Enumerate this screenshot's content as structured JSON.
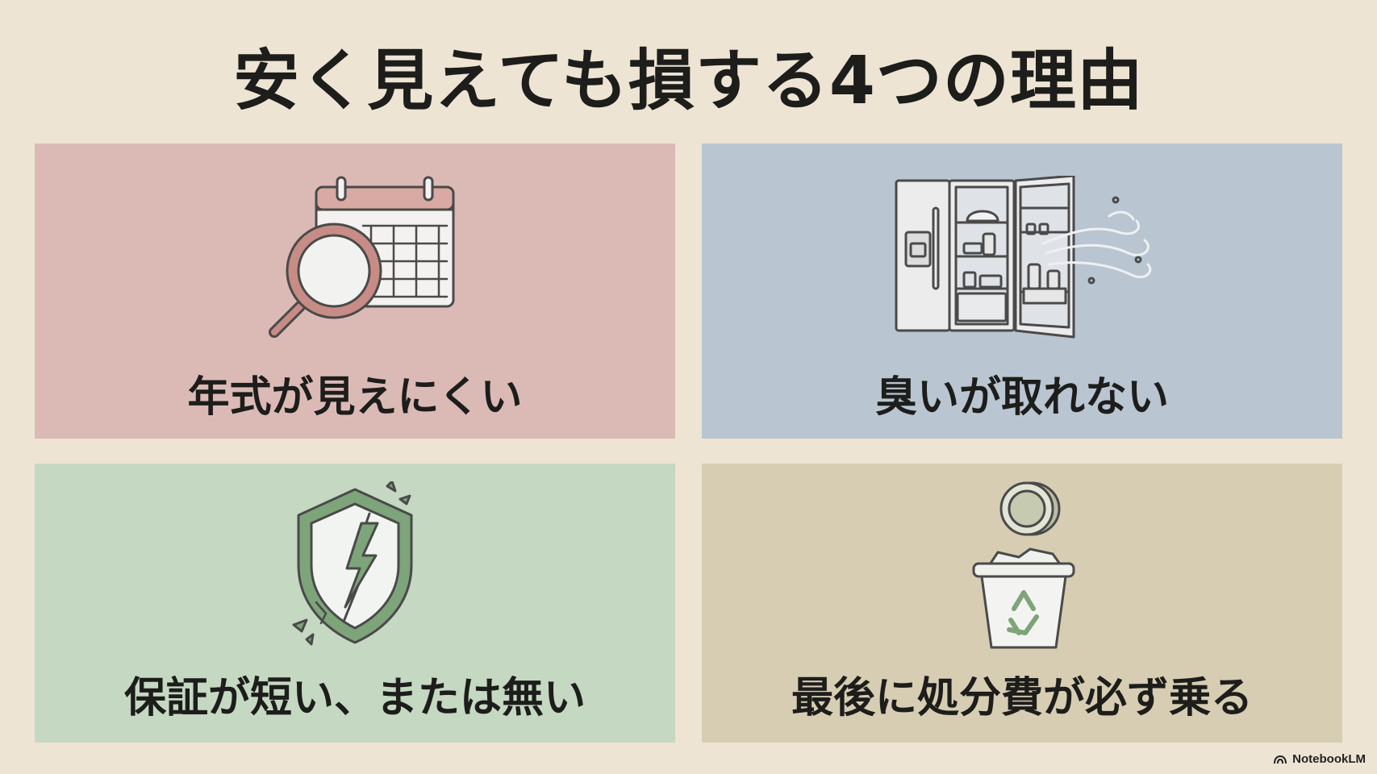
{
  "slide": {
    "title": "安く見えても損する4つの理由",
    "background": "#eee4d3"
  },
  "cards": [
    {
      "label": "年式が見えにくい",
      "icon": "calendar-magnifier-icon",
      "color": "#dbbab6"
    },
    {
      "label": "臭いが取れない",
      "icon": "open-refrigerator-odor-icon",
      "color": "#b9c5d1"
    },
    {
      "label": "保証が短い、または無い",
      "icon": "cracked-shield-icon",
      "color": "#c5d8c2"
    },
    {
      "label": "最後に処分費が必ず乗る",
      "icon": "coin-recycle-bin-icon",
      "color": "#d7cdb3"
    }
  ],
  "branding": {
    "label": "NotebookLM",
    "icon": "notebooklm-logo-icon"
  }
}
